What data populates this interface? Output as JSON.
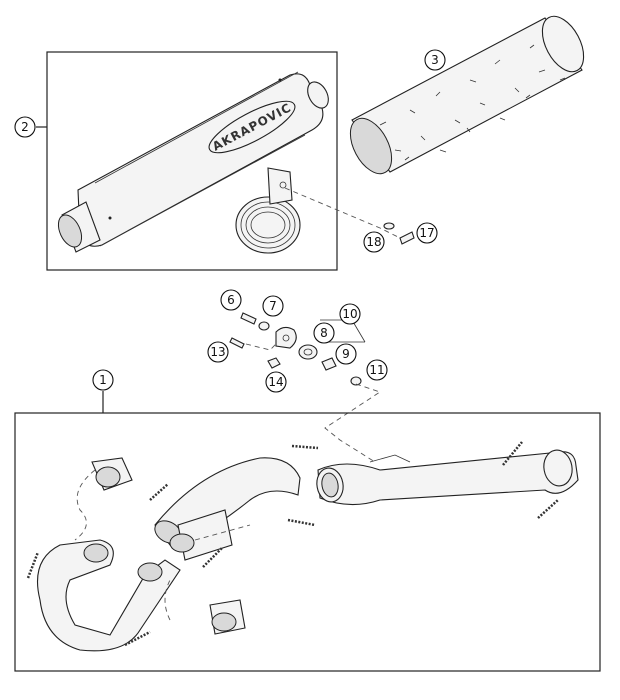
{
  "muffler_brand": "AKRAPOVIC",
  "callouts": {
    "c1": "1",
    "c2": "2",
    "c3": "3",
    "c6": "6",
    "c7": "7",
    "c8": "8",
    "c9": "9",
    "c10": "10",
    "c11": "11",
    "c13": "13",
    "c14": "14",
    "c17": "17",
    "c18": "18"
  }
}
